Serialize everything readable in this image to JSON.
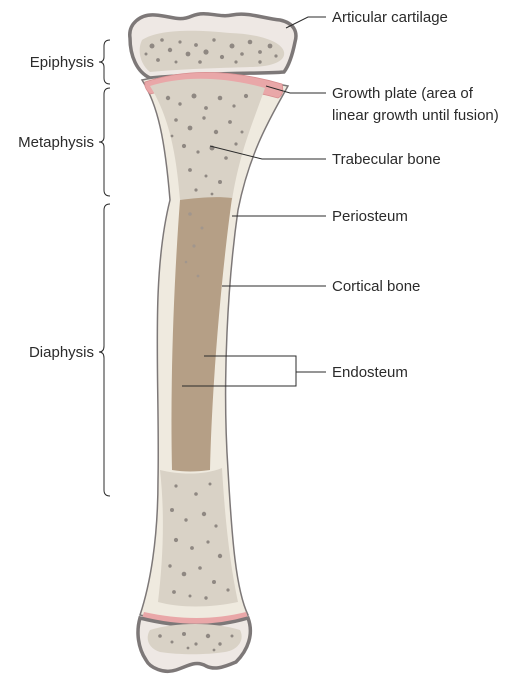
{
  "labels": {
    "articular_cartilage": "Articular cartilage",
    "growth_plate_line1": "Growth plate (area of",
    "growth_plate_line2": "linear growth until fusion)",
    "trabecular_bone": "Trabecular bone",
    "periosteum": "Periosteum",
    "cortical_bone": "Cortical bone",
    "endosteum": "Endosteum"
  },
  "regions": {
    "epiphysis": "Epiphysis",
    "metaphysis": "Metaphysis",
    "diaphysis": "Diaphysis"
  },
  "colors": {
    "outline": "#7d7878",
    "bone_fill": "#efeadf",
    "spongy_fill": "#d9d2c6",
    "pores": "#8f8882",
    "cartilage": "#eee8e4",
    "growth_plate": "#e9a7a8",
    "marrow_cavity": "#b59f86",
    "text": "#2b2b2b"
  }
}
